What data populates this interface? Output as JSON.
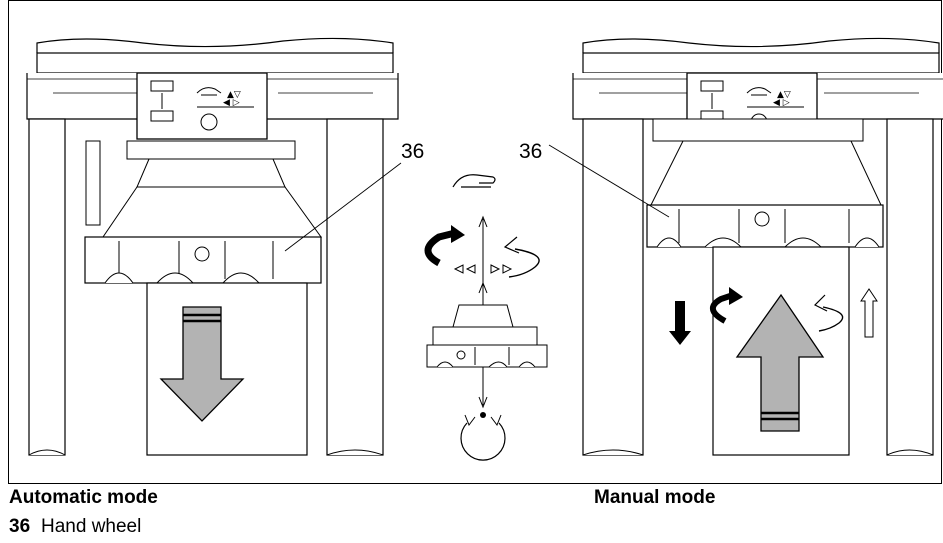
{
  "callouts": {
    "left": "36",
    "right": "36"
  },
  "captions": {
    "automatic": "Automatic mode",
    "manual": "Manual mode"
  },
  "legend": {
    "items": [
      {
        "number": "36",
        "label": "Hand wheel"
      }
    ]
  },
  "colors": {
    "line": "#000000",
    "arrow_fill": "#b3b3b3",
    "background": "#ffffff"
  },
  "icons": {
    "hand": "hand-icon",
    "rotation": "rotation-dial-icon",
    "direction_cw": "rotate-clockwise-arrow-icon",
    "direction_ccw": "rotate-counterclockwise-arrow-icon"
  }
}
